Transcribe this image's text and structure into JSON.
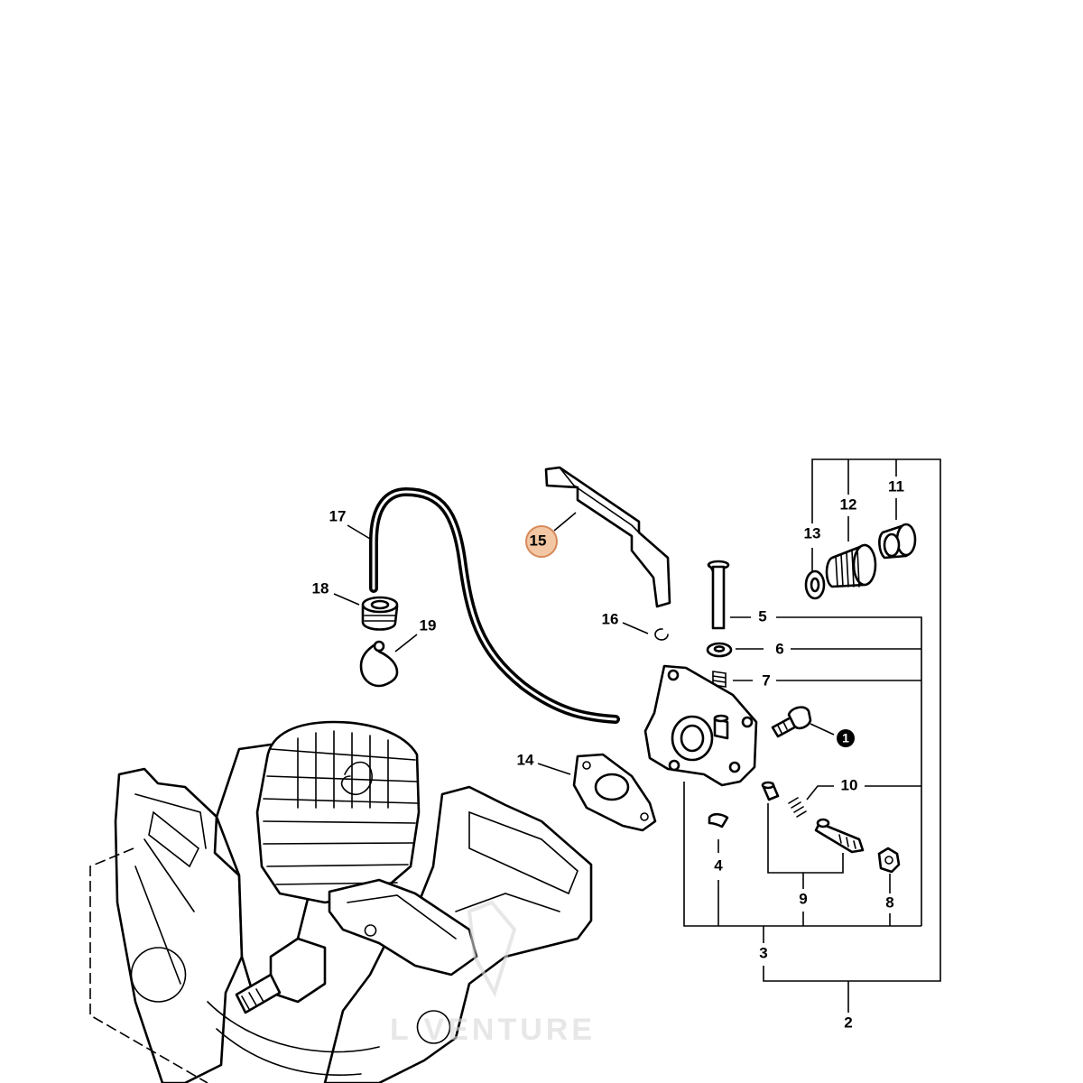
{
  "diagram": {
    "callouts": [
      {
        "id": "1",
        "label": "1",
        "style": "filled"
      },
      {
        "id": "2",
        "label": "2"
      },
      {
        "id": "3",
        "label": "3"
      },
      {
        "id": "4",
        "label": "4"
      },
      {
        "id": "5",
        "label": "5"
      },
      {
        "id": "6",
        "label": "6"
      },
      {
        "id": "7",
        "label": "7"
      },
      {
        "id": "8",
        "label": "8"
      },
      {
        "id": "9",
        "label": "9"
      },
      {
        "id": "10",
        "label": "10"
      },
      {
        "id": "11",
        "label": "11"
      },
      {
        "id": "12",
        "label": "12"
      },
      {
        "id": "13",
        "label": "13"
      },
      {
        "id": "14",
        "label": "14"
      },
      {
        "id": "15",
        "label": "15",
        "style": "highlighted"
      },
      {
        "id": "16",
        "label": "16"
      },
      {
        "id": "17",
        "label": "17"
      },
      {
        "id": "18",
        "label": "18"
      },
      {
        "id": "19",
        "label": "19"
      }
    ],
    "watermark": "L    VENTURE",
    "colors": {
      "line": "#000000",
      "background": "#ffffff",
      "highlight_fill": "#f3c7a3",
      "highlight_stroke": "#d6895a",
      "watermark": "#d8d8d8"
    }
  }
}
